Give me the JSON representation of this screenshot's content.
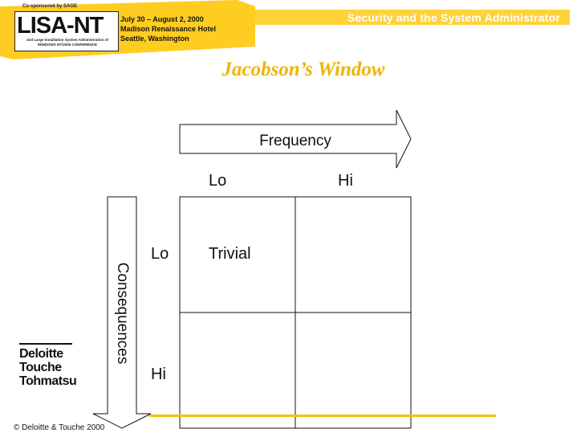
{
  "header": {
    "co_sponsor": "Co-sponsored by SAGE",
    "conference_name": "LISA-NT",
    "conference_subtitle": "2nd Large Installation System Administration of WINDOWS NT/2000 CONFERENCE",
    "dates": "July 30 – August 2, 2000",
    "venue": "Madison Renaissance Hotel",
    "location": "Seattle, Washington",
    "presentation_title": "Security and the System Administrator"
  },
  "slide": {
    "title": "Jacobson’s Window"
  },
  "diagram": {
    "frequency_label": "Frequency",
    "consequences_label": "Consequences",
    "col_labels": [
      "Lo",
      "Hi"
    ],
    "row_labels": [
      "Lo",
      "Hi"
    ],
    "cells": [
      [
        "Trivial",
        ""
      ],
      [
        "",
        ""
      ]
    ]
  },
  "footer": {
    "logo_lines": [
      "Deloitte",
      "Touche",
      "Tohmatsu"
    ],
    "copyright": "© Deloitte & Touche 2000"
  },
  "colors": {
    "accent": "#ffd23a",
    "title": "#f0b400",
    "banner_yellow": "#ffcc22",
    "footer_line": "#f2c200"
  }
}
